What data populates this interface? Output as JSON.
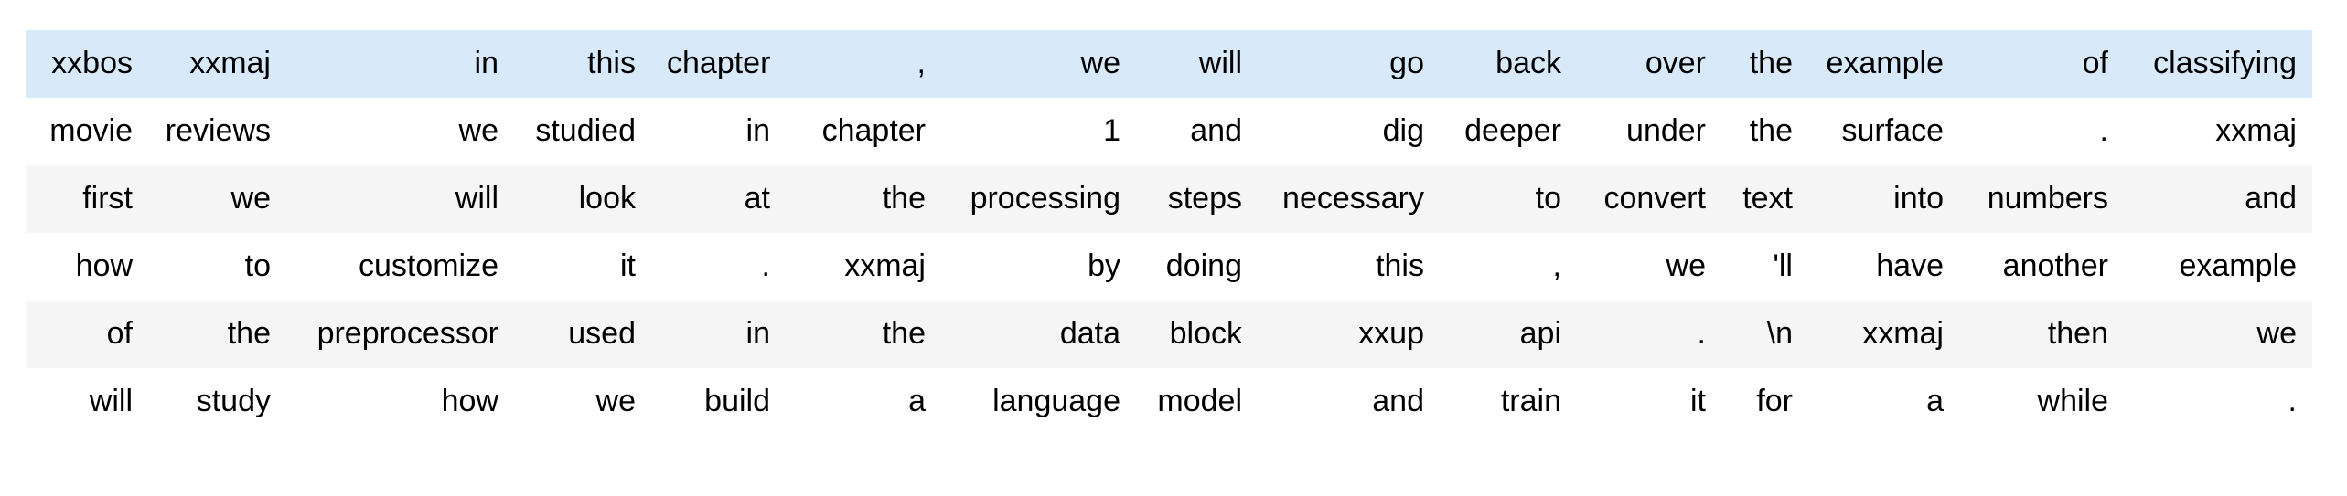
{
  "table": {
    "description": "tokenized-text-batch",
    "columns_count": 15,
    "special_tokens": [
      "xxbos",
      "xxmaj",
      "xxup"
    ],
    "rows": [
      [
        "xxbos",
        "xxmaj",
        "in",
        "this",
        "chapter",
        ",",
        "we",
        "will",
        "go",
        "back",
        "over",
        "the",
        "example",
        "of",
        "classifying"
      ],
      [
        "movie",
        "reviews",
        "we",
        "studied",
        "in",
        "chapter",
        "1",
        "and",
        "dig",
        "deeper",
        "under",
        "the",
        "surface",
        ".",
        "xxmaj"
      ],
      [
        "first",
        "we",
        "will",
        "look",
        "at",
        "the",
        "processing",
        "steps",
        "necessary",
        "to",
        "convert",
        "text",
        "into",
        "numbers",
        "and"
      ],
      [
        "how",
        "to",
        "customize",
        "it",
        ".",
        "xxmaj",
        "by",
        "doing",
        "this",
        ",",
        "we",
        "'ll",
        "have",
        "another",
        "example"
      ],
      [
        "of",
        "the",
        "preprocessor",
        "used",
        "in",
        "the",
        "data",
        "block",
        "xxup",
        "api",
        ".",
        "\\n",
        "xxmaj",
        "then",
        "we"
      ],
      [
        "will",
        "study",
        "how",
        "we",
        "build",
        "a",
        "language",
        "model",
        "and",
        "train",
        "it",
        "for",
        "a",
        "while",
        "."
      ]
    ],
    "row_styles": [
      "highlight",
      "plain",
      "stripe",
      "plain",
      "stripe",
      "plain"
    ]
  },
  "colors": {
    "highlight_row": "#d8eafa",
    "stripe_row": "#f5f5f5",
    "text": "#000000",
    "background": "#ffffff"
  }
}
